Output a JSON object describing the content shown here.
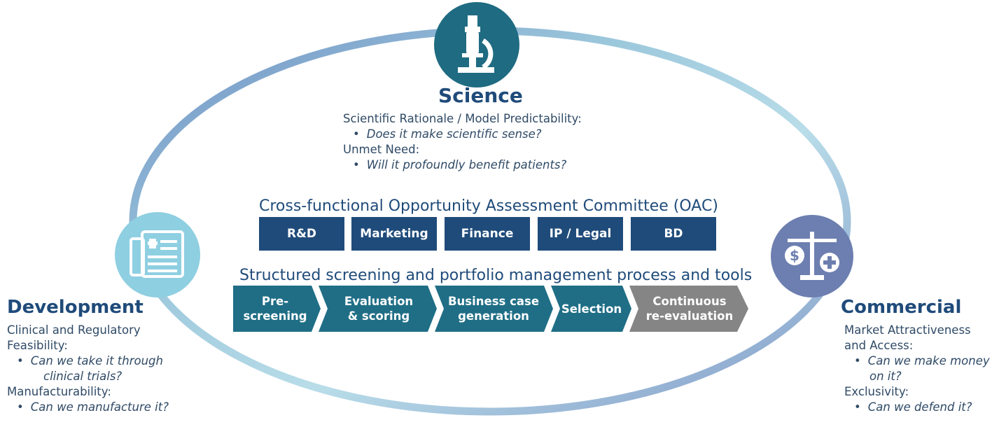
{
  "science": {
    "title": "Science",
    "line1": "Scientific Rationale / Model Predictability:",
    "bullet1": "Does it make scientific sense?",
    "line2": "Unmet Need:",
    "bullet2": "Will it profoundly benefit patients?"
  },
  "development": {
    "title": "Development",
    "line1a": "Clinical and Regulatory",
    "line1b": "Feasibility:",
    "bullet1a": "Can we take it through",
    "bullet1b": "clinical trials?",
    "line2": "Manufacturability:",
    "bullet2": "Can we manufacture it?"
  },
  "commercial": {
    "title": "Commercial",
    "line1a": "Market Attractiveness",
    "line1b": "and Access:",
    "bullet1a": "Can we make money",
    "bullet1b": "on it?",
    "line2": "Exclusivity:",
    "bullet2": "Can we defend it?"
  },
  "bullet_glyph": "•",
  "committee": {
    "heading": "Cross-functional Opportunity Assessment Committee (OAC)",
    "members": [
      "R&D",
      "Marketing",
      "Finance",
      "IP / Legal",
      "BD"
    ]
  },
  "process": {
    "heading": "Structured screening and portfolio management process and tools",
    "steps": [
      "Pre-\nscreening",
      "Evaluation\n& scoring",
      "Business case\ngeneration",
      "Selection",
      "Continuous\nre-evaluation"
    ]
  },
  "colors": {
    "navy": "#1f4b7a",
    "teal": "#1f6e86",
    "gray": "#858585",
    "science_circle": "#1f6b82",
    "development_circle": "#8ecfe1",
    "commercial_circle": "#6d7fb0"
  },
  "icons": {
    "science": "microscope-icon",
    "development": "document-icon",
    "commercial": "scales-icon"
  }
}
